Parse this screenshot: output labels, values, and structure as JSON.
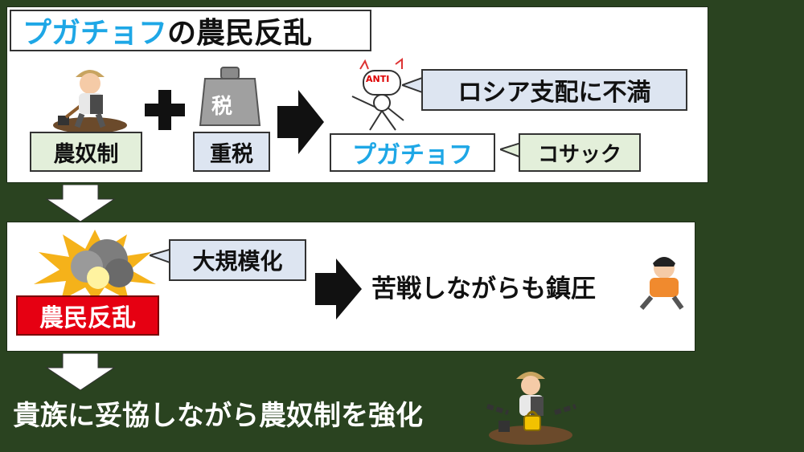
{
  "title": {
    "highlight": "プガチョフ",
    "rest": "の農民反乱"
  },
  "top": {
    "serfdom": "農奴制",
    "tax_icon_label": "税",
    "heavy_tax": "重税",
    "anti_label": "ANTI",
    "russia_dissatisfaction": "ロシア支配に不満",
    "pugachev": "プガチョフ",
    "cossack": "コサック"
  },
  "middle": {
    "large_scale": "大規模化",
    "peasant_revolt": "農民反乱",
    "suppressed": "苦戦しながらも鎮圧"
  },
  "bottom": {
    "conclusion": "貴族に妥協しながら農奴制を強化"
  },
  "colors": {
    "background": "#2a4320",
    "accent_cyan": "#1ea7e6",
    "box_green": "#e3efda",
    "box_blue": "#dde5f1",
    "box_red": "#e60012"
  }
}
